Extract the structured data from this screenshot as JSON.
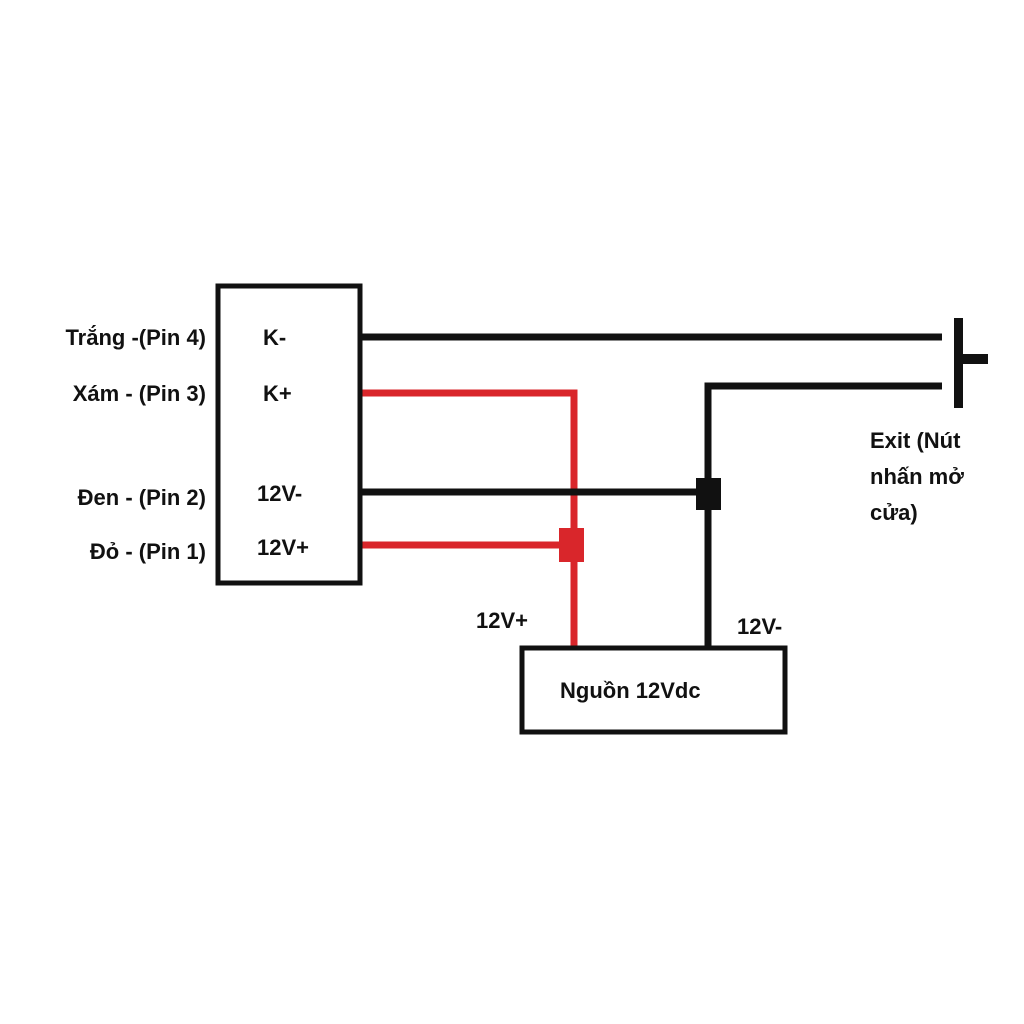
{
  "controller": {
    "terminals": [
      "K-",
      "K+",
      "12V-",
      "12V+"
    ],
    "pins": [
      "Trắng -(Pin 4)",
      "Xám - (Pin 3)",
      "Đen - (Pin 2)",
      "Đỏ - (Pin 1)"
    ]
  },
  "power_supply": {
    "label": "Nguồn 12Vdc",
    "pos_label": "12V+",
    "neg_label": "12V-"
  },
  "exit_button": {
    "label_lines": [
      "Exit (Nút",
      "nhấn mở",
      "cửa)"
    ]
  },
  "colors": {
    "positive_wire": "#d9262b",
    "negative_wire": "#111111"
  }
}
